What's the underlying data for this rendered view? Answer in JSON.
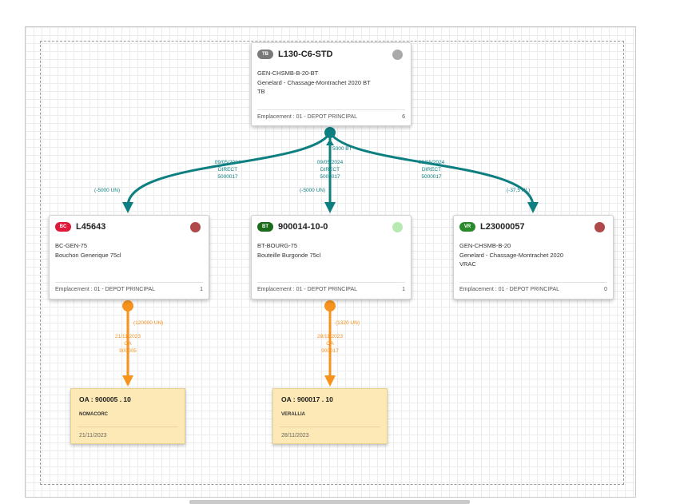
{
  "nodes": {
    "root": {
      "badge": "TB",
      "badge_color": "#7a7a7a",
      "code": "L130-C6-STD",
      "dot_color": "#a9a9a9",
      "line1": "GEN-CHSMB-B-20-BT",
      "line2": "Genelard - Chassage-Montrachet 2020 BT",
      "line3": "TB",
      "location": "Emplacement : 01 - DEPOT PRINCIPAL",
      "count": "6"
    },
    "left": {
      "badge": "BC",
      "badge_color": "#e0183a",
      "code": "L45643",
      "dot_color": "#b04a4a",
      "line1": "BC-GEN-75",
      "line2": "Bouchon Generique 75cl",
      "location": "Emplacement : 01 - DEPOT PRINCIPAL",
      "count": "1"
    },
    "middle": {
      "badge": "BT",
      "badge_color": "#1a6b1a",
      "code": "900014-10-0",
      "dot_color": "#b6eab0",
      "line1": "BT-BOURG-75",
      "line2": "Bouteille Burgonde 75cl",
      "location": "Emplacement : 01 - DEPOT PRINCIPAL",
      "count": "1"
    },
    "right": {
      "badge": "VR",
      "badge_color": "#2a8a2a",
      "code": "L23000057",
      "dot_color": "#b04a4a",
      "line1": "GEN-CHSMB-B-20",
      "line2": "Genelard - Chassage-Montrachet 2020",
      "line3": "VRAC",
      "location": "Emplacement : 01 - DEPOT PRINCIPAL",
      "count": "0"
    }
  },
  "orders": {
    "oa1": {
      "title": "OA :  900005 . 10",
      "supplier": "NOMACORC",
      "date": "21/11/2023"
    },
    "oa2": {
      "title": "OA :  900017 . 10",
      "supplier": "VERALLIA",
      "date": "28/11/2023"
    }
  },
  "links": {
    "root_qty": "5000 BT",
    "to_left": {
      "date": "09/05/2024",
      "type": "DIRECT",
      "ref": "5000017",
      "qty": "(-5000 UN)"
    },
    "to_middle": {
      "date": "09/05/2024",
      "type": "DIRECT",
      "ref": "5000017",
      "qty": "(-5000 UN)"
    },
    "to_right": {
      "date": "09/05/2024",
      "type": "DIRECT",
      "ref": "5000017",
      "qty": "(-37,5 HL)"
    },
    "oa1": {
      "qty": "(120000 UN)",
      "date": "21/11/2023",
      "type": "OA",
      "ref": "900005"
    },
    "oa2": {
      "qty": "(1320 UN)",
      "date": "28/11/2023",
      "type": "OA",
      "ref": "900017"
    }
  },
  "colors": {
    "teal": "#0d7f80",
    "orange": "#f6921e"
  }
}
